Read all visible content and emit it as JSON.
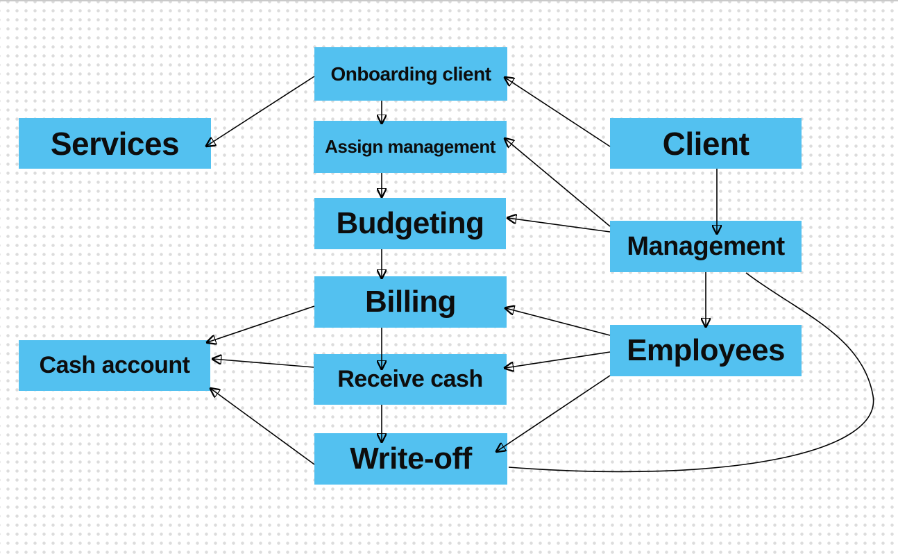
{
  "canvas": {
    "background_color": "#ffffff",
    "dot_grid_color": "#dcdcdc",
    "node_fill_color": "#53C1F0",
    "node_text_color": "#0d0d0d",
    "edge_color": "#000000"
  },
  "nodes": {
    "onboarding_client": {
      "label": "Onboarding client"
    },
    "services": {
      "label": "Services"
    },
    "client": {
      "label": "Client"
    },
    "assign_management": {
      "label": "Assign management"
    },
    "budgeting": {
      "label": "Budgeting"
    },
    "management": {
      "label": "Management"
    },
    "billing": {
      "label": "Billing"
    },
    "employees": {
      "label": "Employees"
    },
    "cash_account": {
      "label": "Cash account"
    },
    "receive_cash": {
      "label": "Receive cash"
    },
    "write_off": {
      "label": "Write-off"
    }
  },
  "edges": [
    {
      "from": "onboarding_client",
      "to": "services",
      "arrowhead": true
    },
    {
      "from": "onboarding_client",
      "to": "assign_management",
      "arrowhead": true
    },
    {
      "from": "client",
      "to": "onboarding_client",
      "arrowhead": true
    },
    {
      "from": "client",
      "to": "management",
      "arrowhead": true
    },
    {
      "from": "management",
      "to": "assign_management",
      "arrowhead": true
    },
    {
      "from": "management",
      "to": "budgeting",
      "arrowhead": true
    },
    {
      "from": "assign_management",
      "to": "budgeting",
      "arrowhead": true
    },
    {
      "from": "budgeting",
      "to": "billing",
      "arrowhead": true
    },
    {
      "from": "billing",
      "to": "receive_cash",
      "arrowhead": true
    },
    {
      "from": "receive_cash",
      "to": "write_off",
      "arrowhead": true
    },
    {
      "from": "billing",
      "to": "cash_account",
      "arrowhead": true
    },
    {
      "from": "receive_cash",
      "to": "cash_account",
      "arrowhead": true
    },
    {
      "from": "write_off",
      "to": "cash_account",
      "arrowhead": true
    },
    {
      "from": "management",
      "to": "employees",
      "arrowhead": true
    },
    {
      "from": "employees",
      "to": "billing",
      "arrowhead": true
    },
    {
      "from": "employees",
      "to": "receive_cash",
      "arrowhead": true
    },
    {
      "from": "employees",
      "to": "write_off",
      "arrowhead": true
    },
    {
      "from": "management",
      "to": "write_off",
      "arrowhead": false
    }
  ]
}
